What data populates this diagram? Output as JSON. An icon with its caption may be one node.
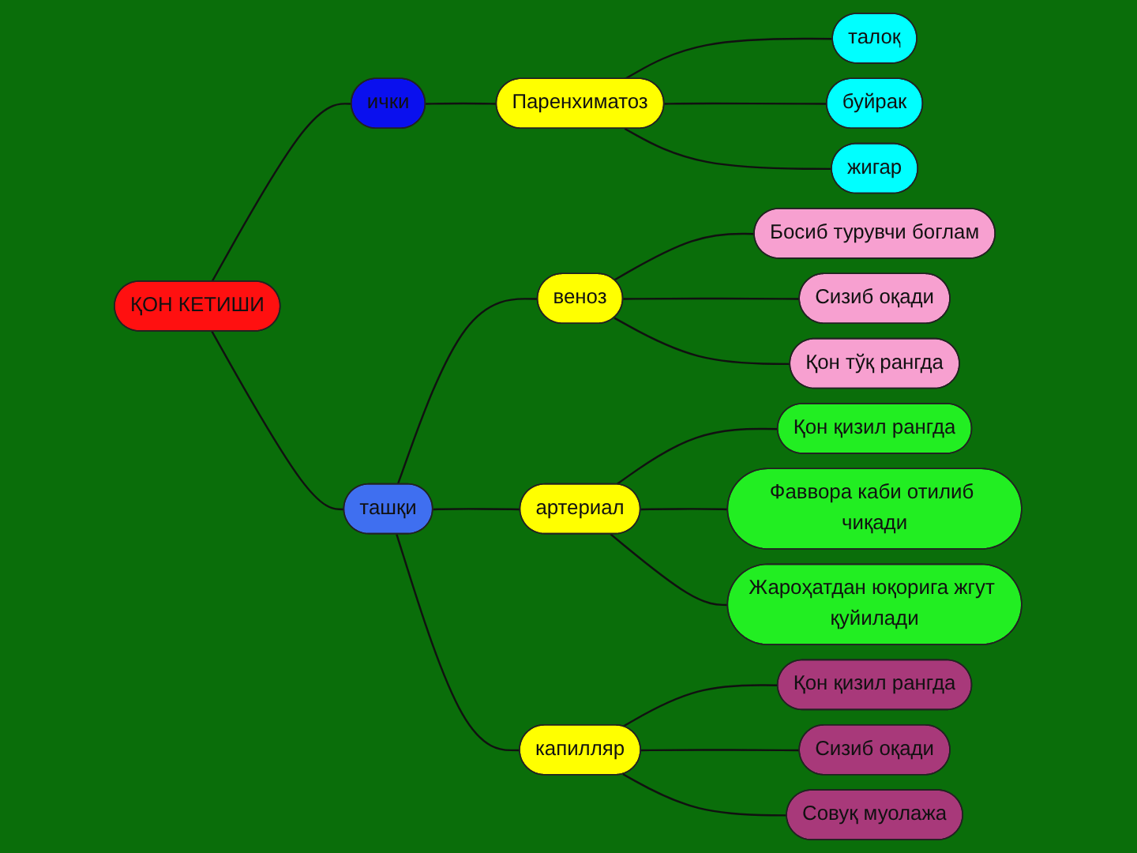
{
  "diagram": {
    "nodes": [
      {
        "text": [
          "ҚОН КЕТИШИ"
        ]
      },
      {
        "text": [
          "ички"
        ]
      },
      {
        "text": [
          "ташқи"
        ]
      },
      {
        "text": [
          "Паренхиматоз"
        ]
      },
      {
        "text": [
          "талоқ"
        ]
      },
      {
        "text": [
          "буйрак"
        ]
      },
      {
        "text": [
          "жигар"
        ]
      },
      {
        "text": [
          "веноз"
        ]
      },
      {
        "text": [
          "Босиб турувчи боглам"
        ]
      },
      {
        "text": [
          "Сизиб оқади"
        ]
      },
      {
        "text": [
          "Қон тўқ рангда"
        ]
      },
      {
        "text": [
          "артериал"
        ]
      },
      {
        "text": [
          "Қон қизил рангда"
        ]
      },
      {
        "text": [
          "Фаввора каби отилиб чиқади"
        ]
      },
      {
        "text": [
          "Жароҳатдан юқорига жгут қуйилади"
        ]
      },
      {
        "text": [
          "капилляр"
        ]
      },
      {
        "text": [
          "Қон қизил рангда"
        ]
      },
      {
        "text": [
          "Сизиб оқади"
        ]
      },
      {
        "text": [
          "Совуқ муолажа"
        ]
      }
    ],
    "edges": [
      {
        "from": 0,
        "to": 1,
        "arrow": "none"
      },
      {
        "from": 0,
        "to": 2,
        "arrow": "none"
      },
      {
        "from": 1,
        "to": 3,
        "arrow": "none"
      },
      {
        "from": 3,
        "to": 4,
        "arrow": "none"
      },
      {
        "from": 3,
        "to": 5,
        "arrow": "none"
      },
      {
        "from": 3,
        "to": 6,
        "arrow": "none"
      },
      {
        "from": 2,
        "to": 7,
        "arrow": "none"
      },
      {
        "from": 2,
        "to": 11,
        "arrow": "none"
      },
      {
        "from": 2,
        "to": 15,
        "arrow": "none"
      },
      {
        "from": 7,
        "to": 8,
        "arrow": "none"
      },
      {
        "from": 7,
        "to": 9,
        "arrow": "none"
      },
      {
        "from": 7,
        "to": 10,
        "arrow": "none"
      },
      {
        "from": 11,
        "to": 12,
        "arrow": "none"
      },
      {
        "from": 11,
        "to": 13,
        "arrow": "none"
      },
      {
        "from": 11,
        "to": 14,
        "arrow": "none"
      },
      {
        "from": 15,
        "to": 16,
        "arrow": "none"
      },
      {
        "from": 15,
        "to": 17,
        "arrow": "none"
      },
      {
        "from": 15,
        "to": 18,
        "arrow": "none"
      }
    ]
  }
}
